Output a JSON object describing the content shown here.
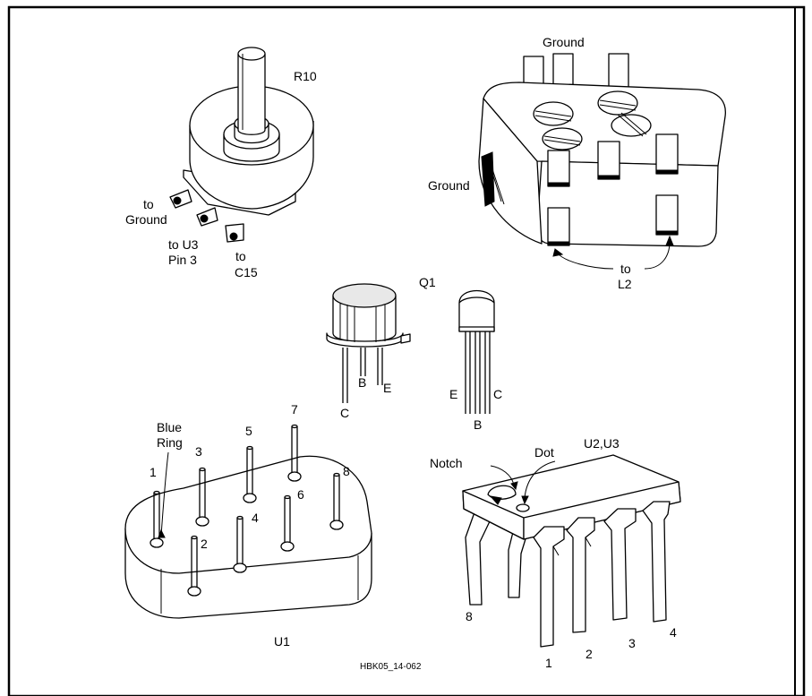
{
  "labels": {
    "r10": "R10",
    "to_ground": "to",
    "ground_word": "Ground",
    "to_u3": "to U3",
    "pin3": "Pin 3",
    "to_c15_a": "to",
    "to_c15_b": "C15",
    "ground_top": "Ground",
    "ground_side": "Ground",
    "to_l2_a": "to",
    "to_l2_b": "L2",
    "q1": "Q1",
    "to_b": "B",
    "to_e": "E",
    "to_c": "C",
    "pl_e": "E",
    "pl_c": "C",
    "pl_b": "B",
    "blue_ring_a": "Blue",
    "blue_ring_b": "Ring",
    "u1_pin1": "1",
    "u1_pin2": "2",
    "u1_pin3": "3",
    "u1_pin4": "4",
    "u1_pin5": "5",
    "u1_pin6": "6",
    "u1_pin7": "7",
    "u1_pin8": "8",
    "u1": "U1",
    "u2u3": "U2,U3",
    "notch": "Notch",
    "dot": "Dot",
    "ic_pin8": "8",
    "ic_pin1": "1",
    "ic_pin2": "2",
    "ic_pin3": "3",
    "ic_pin4": "4",
    "figure_id": "HBK05_14-062"
  }
}
